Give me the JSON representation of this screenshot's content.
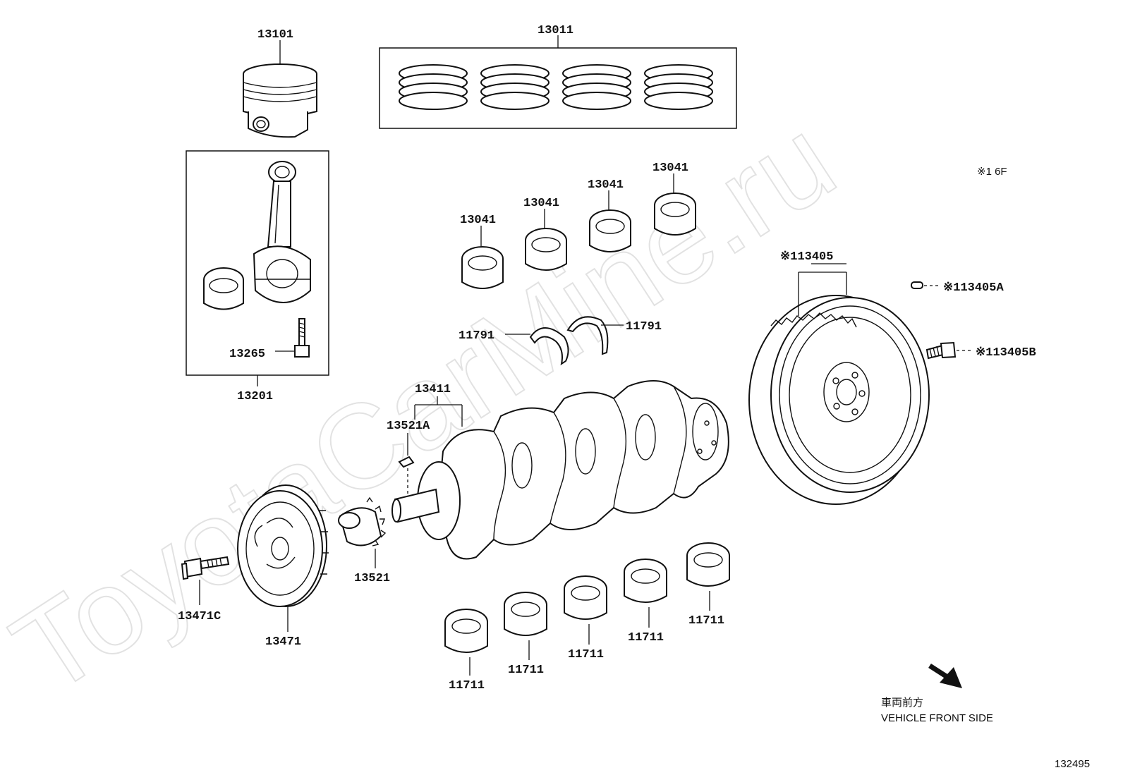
{
  "watermark": "ToyotaCarMine.ru",
  "figure_number": "132495",
  "note_code": "※1 6F",
  "direction": {
    "label_jp": "車両前方",
    "label_en": "VEHICLE FRONT SIDE"
  },
  "callouts": {
    "piston": "13101",
    "ring_set": "13011",
    "rod_assembly": "13201",
    "rod_bolt": "13265",
    "rod_bearing_1": "13041",
    "rod_bearing_2": "13041",
    "rod_bearing_3": "13041",
    "rod_bearing_4": "13041",
    "thrust_washer_left": "11791",
    "thrust_washer_right": "11791",
    "flywheel": "※113405",
    "flywheel_pin": "※113405A",
    "flywheel_bolt": "※113405B",
    "crankshaft": "13411",
    "crank_key": "13521A",
    "crank_gear": "13521",
    "pulley": "13471",
    "pulley_bolt": "13471C",
    "main_bearing_1": "11711",
    "main_bearing_2": "11711",
    "main_bearing_3": "11711",
    "main_bearing_4": "11711",
    "main_bearing_5": "11711"
  }
}
